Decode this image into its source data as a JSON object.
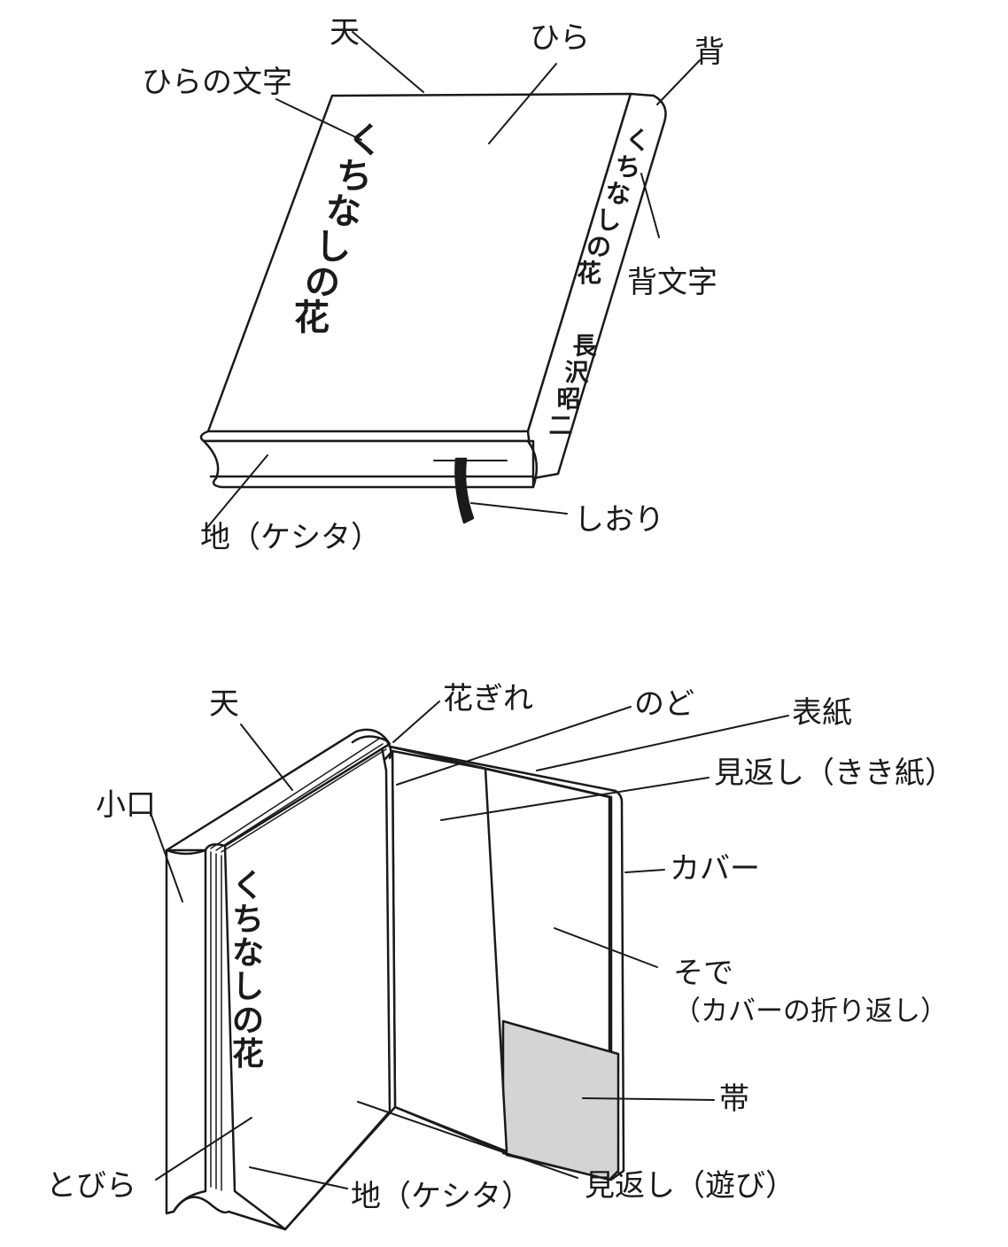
{
  "colors": {
    "ink": "#1a1a1a",
    "obi": "#d4d4d4",
    "paper": "#ffffff"
  },
  "top": {
    "book_title": "くちなしの花",
    "spine_title": "くちなしの花",
    "spine_author": "長沢昭二",
    "labels": {
      "ten": "天",
      "hira": "ひら",
      "hira_moji": "ひらの文字",
      "se": "背",
      "se_moji": "背文字",
      "shiori": "しおり",
      "ji": "地（ケシタ）"
    }
  },
  "bottom": {
    "book_title": "くちなしの花",
    "labels": {
      "ten": "天",
      "koguchi": "小口",
      "hanagire": "花ぎれ",
      "nodo": "のど",
      "hyoushi": "表紙",
      "mikaeshi_kikigami": "見返し（きき紙）",
      "cover": "カバー",
      "sode": "そで",
      "sode_note": "（カバーの折り返し）",
      "obi": "帯",
      "tobira": "とびら",
      "ji": "地（ケシタ）",
      "mikaeshi_asobi": "見返し（遊び）"
    }
  }
}
